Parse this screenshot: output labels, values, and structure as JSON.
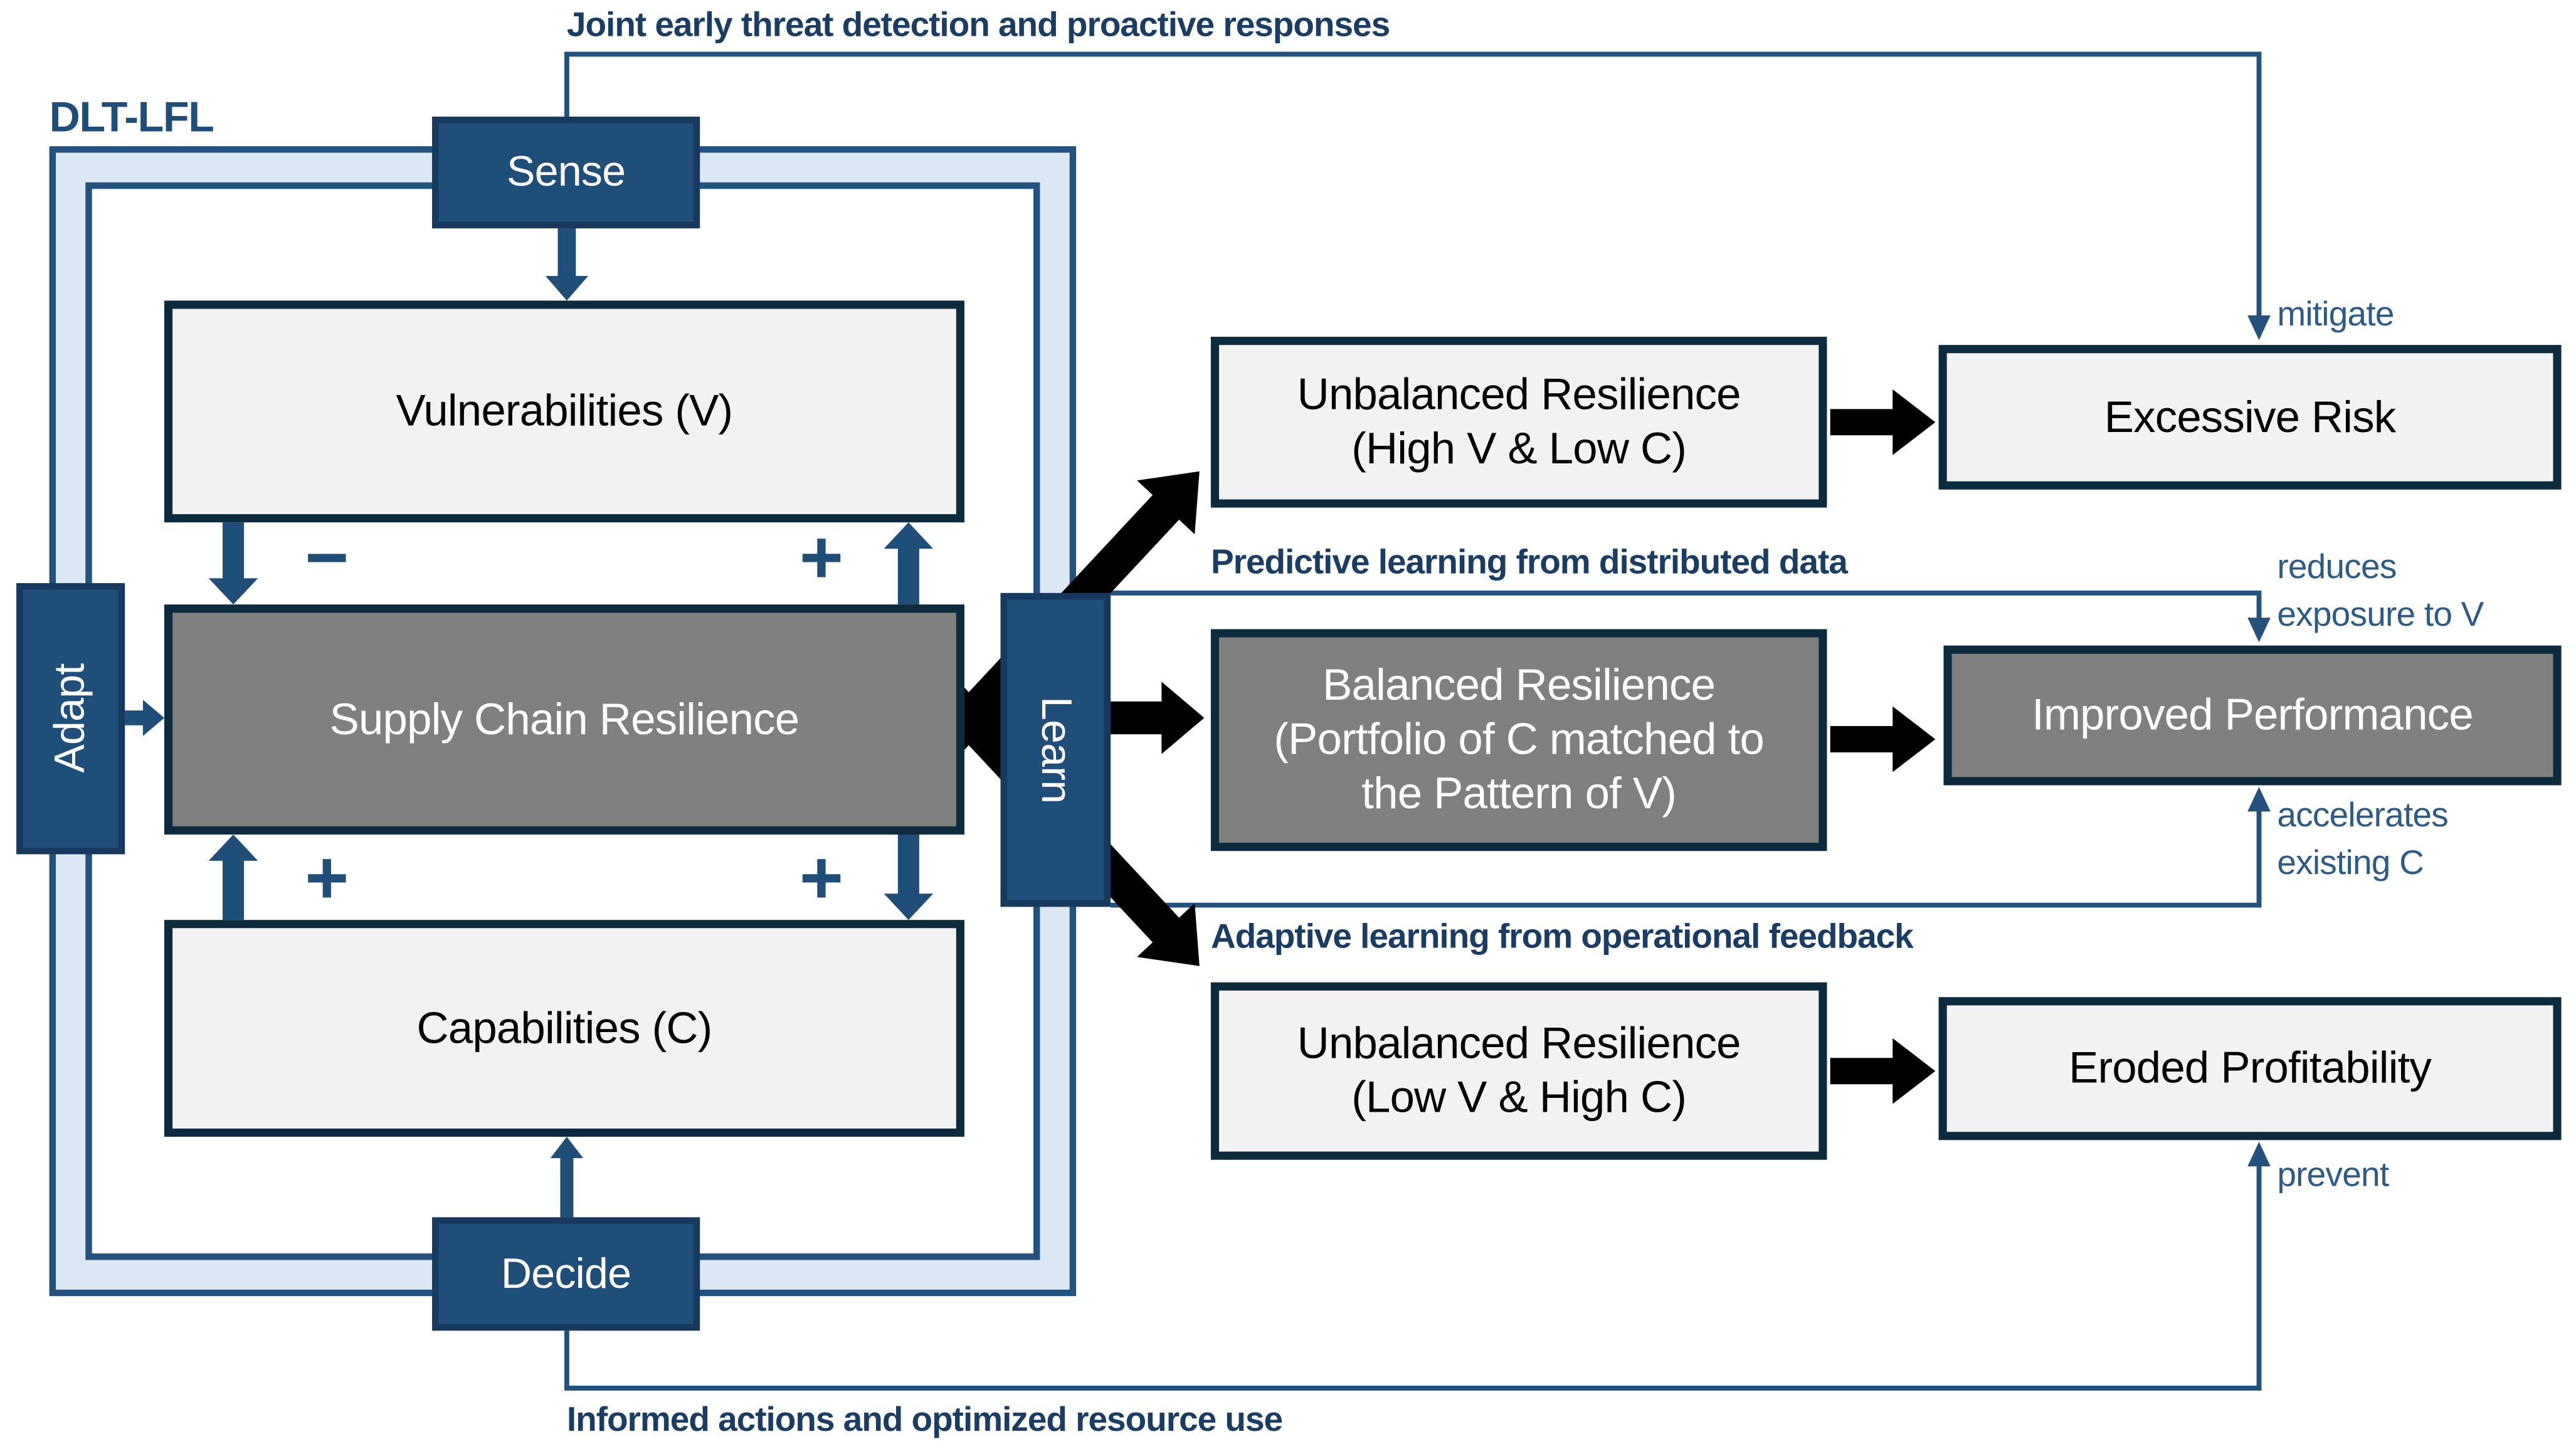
{
  "colors": {
    "navy_fill": "#1F4E79",
    "navy_border": "#16395D",
    "dark_box_border": "#0D2B3E",
    "light_gray_fill": "#F2F2F2",
    "mid_gray_fill": "#808080",
    "band_blue": "#DCE8F6",
    "frame_navy": "#24527F",
    "label_navy": "#2E5B86",
    "banner_navy": "#1B3C63",
    "black_arrow": "#000000"
  },
  "frame": {
    "label": "DLT-LFL"
  },
  "banners": {
    "top": "Joint early threat detection and proactive responses",
    "bottom": "Informed actions and optimized resource use"
  },
  "cycle": {
    "sense": "Sense",
    "adapt": "Adapt",
    "decide": "Decide",
    "learn": "Learn"
  },
  "core": {
    "vulnerabilities": "Vulnerabilities (V)",
    "resilience": "Supply Chain Resilience",
    "capabilities": "Capabilities (C)"
  },
  "signs": {
    "minus": "−",
    "plus": "+"
  },
  "streams": {
    "predictive_label": "Predictive learning from distributed data",
    "adaptive_label": "Adaptive learning from operational feedback"
  },
  "outcomes": {
    "top": {
      "line1": "Unbalanced Resilience",
      "line2": "(High V & Low C)",
      "result": "Excessive Risk",
      "edge": "mitigate"
    },
    "middle": {
      "line1": "Balanced Resilience",
      "line2": "(Portfolio of C matched to",
      "line3": "the Pattern of V)",
      "result": "Improved Performance",
      "edge_top_line1": "reduces",
      "edge_top_line2": "exposure to V",
      "edge_bottom_line1": "accelerates",
      "edge_bottom_line2": "existing C"
    },
    "bottom": {
      "line1": "Unbalanced Resilience",
      "line2": "(Low V & High C)",
      "result": "Eroded Profitability",
      "edge": "prevent"
    }
  }
}
